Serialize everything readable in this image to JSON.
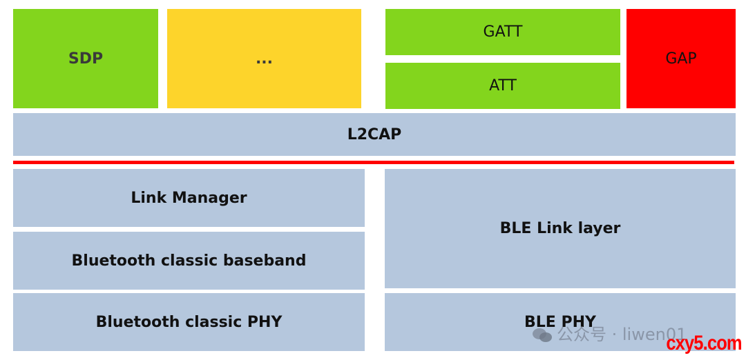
{
  "diagram": {
    "title": "Bluetooth protocol stack",
    "upper_layers": {
      "sdp": {
        "label": "SDP",
        "color": "#83d51d"
      },
      "other": {
        "label": "...",
        "color": "#fdd42b"
      },
      "gatt": {
        "label": "GATT",
        "color": "#83d51d"
      },
      "att": {
        "label": "ATT",
        "color": "#83d51d"
      },
      "gap": {
        "label": "GAP",
        "color": "#ff0000"
      }
    },
    "l2cap": {
      "label": "L2CAP",
      "color": "#b5c7dd"
    },
    "divider_color": "#ff0000",
    "classic": {
      "link_manager": {
        "label": "Link Manager"
      },
      "baseband": {
        "label": "Bluetooth classic baseband"
      },
      "phy": {
        "label": "Bluetooth classic PHY"
      }
    },
    "ble": {
      "link_layer": {
        "label": "BLE Link layer"
      },
      "phy": {
        "label": "BLE PHY"
      }
    }
  },
  "watermark": {
    "icon": "wechat-icon",
    "text": "公众号 · liwen01"
  },
  "brand": {
    "text": "cxy5.com",
    "color": "#ff0000"
  }
}
